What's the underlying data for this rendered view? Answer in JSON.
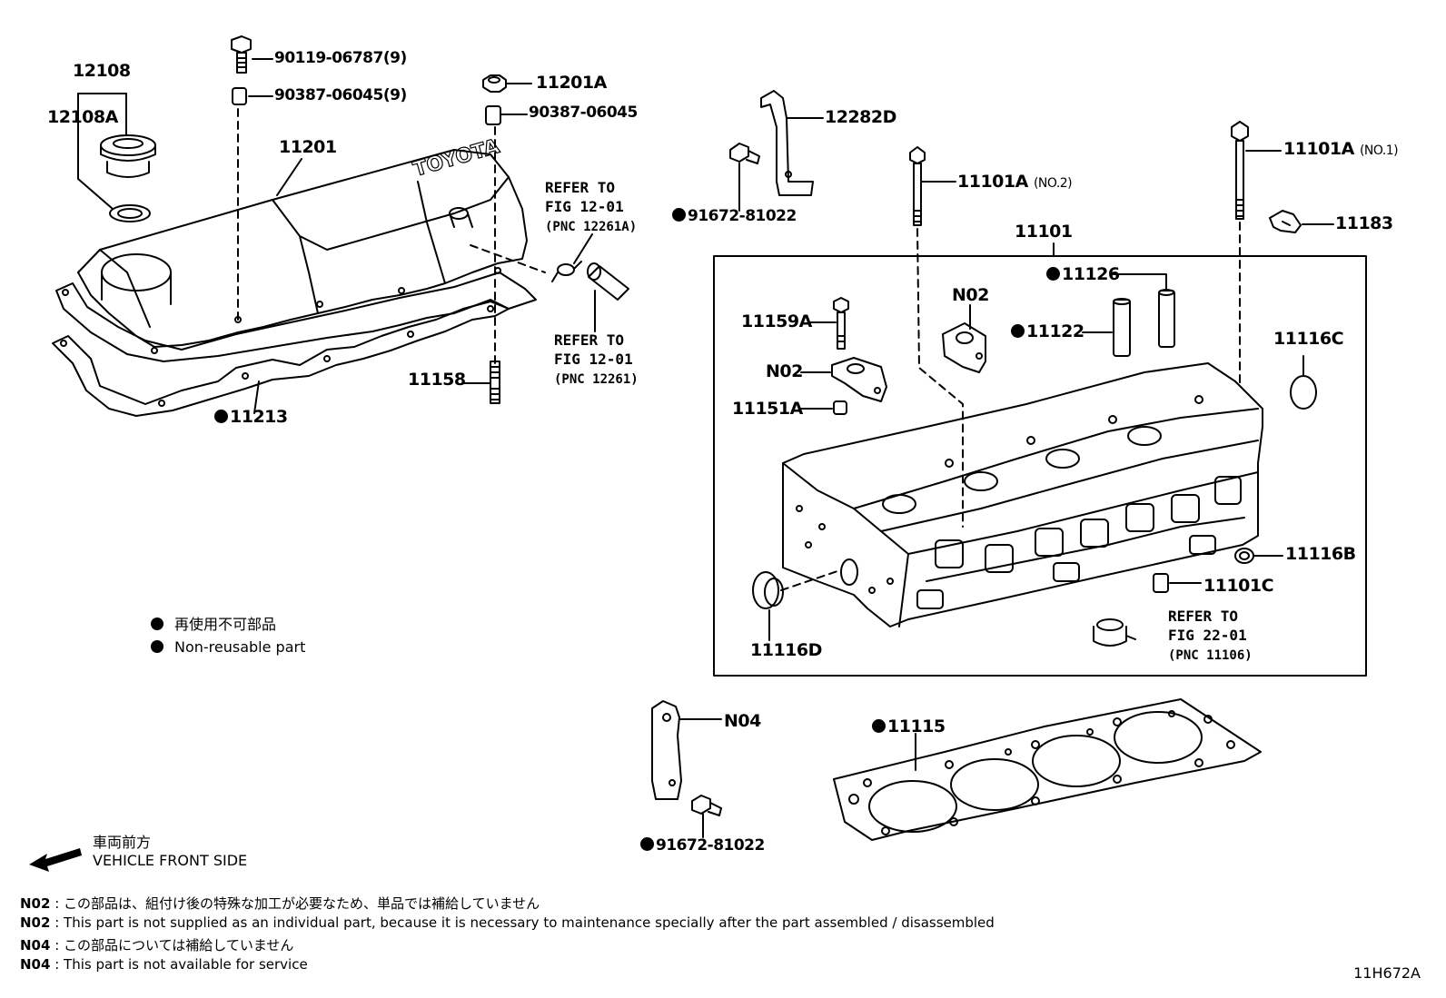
{
  "parts": {
    "p12108": "12108",
    "p12108A": "12108A",
    "p90119": "90119-06787(9)",
    "p90387_9": "90387-06045(9)",
    "p11201": "11201",
    "p11201A": "11201A",
    "p90387": "90387-06045",
    "p11213": "11213",
    "p11158": "11158",
    "p12282D": "12282D",
    "p91672_top": "91672-81022",
    "p11101A_no2": "11101A",
    "p11101A_no2_sub": "(NO.2)",
    "p11101A_no1": "11101A",
    "p11101A_no1_sub": "(NO.1)",
    "p11183": "11183",
    "p11101": "11101",
    "p11126": "11126",
    "p11122": "11122",
    "p11159A": "11159A",
    "p11151A": "11151A",
    "pN02_a": "N02",
    "pN02_b": "N02",
    "p11116C": "11116C",
    "p11116B": "11116B",
    "p11101C": "11101C",
    "p11116D": "11116D",
    "pN04": "N04",
    "p91672_bottom": "91672-81022",
    "p11115": "11115"
  },
  "refs": {
    "ref1": [
      "REFER TO",
      "FIG 12-01",
      "(PNC 12261A)"
    ],
    "ref2": [
      "REFER TO",
      "FIG 12-01",
      "(PNC 12261)"
    ],
    "ref3": [
      "REFER TO",
      "FIG 22-01",
      "(PNC 11106)"
    ]
  },
  "legend": {
    "jp": "再使用不可部品",
    "en": "Non-reusable part"
  },
  "front": {
    "jp": "車両前方",
    "en": "VEHICLE FRONT SIDE"
  },
  "notes": [
    {
      "code": "N02",
      "text": ": この部品は、組付け後の特殊な加工が必要なため、単品では補給していません"
    },
    {
      "code": "N02",
      "text": ": This part is not supplied as an individual part, because it is necessary to maintenance specially after the part assembled / disassembled"
    },
    {
      "code": "N04",
      "text": ": この部品については補給していません"
    },
    {
      "code": "N04",
      "text": ": This part is not available for service"
    }
  ],
  "figure_id": "11H672A",
  "cover_logo": "TOYOTA"
}
